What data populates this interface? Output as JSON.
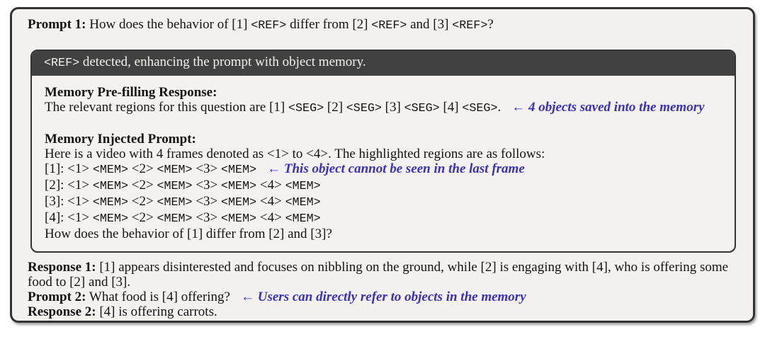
{
  "colors": {
    "page_background": "#ffffff",
    "panel_background": "#f2f1ef",
    "panel_border": "#333333",
    "header_background": "#414141",
    "header_text": "#f2f1ee",
    "body_text": "#141414",
    "annotation_blue": "#3a2fc4"
  },
  "prompt1": {
    "segments": [
      {
        "s": "b",
        "t": "Prompt 1:"
      },
      {
        "t": " How does the behavior of [1] "
      },
      {
        "s": "m",
        "t": "<REF>"
      },
      {
        "t": " differ from [2] "
      },
      {
        "s": "m",
        "t": "<REF>"
      },
      {
        "t": " and [3] "
      },
      {
        "s": "m",
        "t": "<REF>"
      },
      {
        "t": "?"
      }
    ]
  },
  "memory_box": {
    "header_segments": [
      {
        "s": "m",
        "t": "<REF>"
      },
      {
        "t": " detected, enhancing the prompt with object memory."
      }
    ],
    "prefill": {
      "heading": "Memory Pre-filling Response:",
      "body_segments": [
        {
          "t": "The relevant regions for this question are [1] "
        },
        {
          "s": "m",
          "t": "<SEG>"
        },
        {
          "t": " [2] "
        },
        {
          "s": "m",
          "t": "<SEG>"
        },
        {
          "t": " [3] "
        },
        {
          "s": "m",
          "t": "<SEG>"
        },
        {
          "t": " [4] "
        },
        {
          "s": "m",
          "t": "<SEG>"
        },
        {
          "t": "."
        },
        {
          "s": "a",
          "t": "← 4 objects saved into the memory"
        }
      ]
    },
    "injected": {
      "heading": "Memory Injected Prompt:",
      "intro": "Here is a video with 4 frames denoted as <1> to <4>. The highlighted regions are as follows:",
      "lines": {
        "0": [
          {
            "t": "[1]: <1> "
          },
          {
            "s": "m",
            "t": "<MEM>"
          },
          {
            "t": " <2> "
          },
          {
            "s": "m",
            "t": "<MEM>"
          },
          {
            "t": " <3> "
          },
          {
            "s": "m",
            "t": "<MEM>"
          },
          {
            "s": "a",
            "t": "← This object cannot be seen in the last frame"
          }
        ],
        "1": [
          {
            "t": "[2]: <1> "
          },
          {
            "s": "m",
            "t": "<MEM>"
          },
          {
            "t": " <2> "
          },
          {
            "s": "m",
            "t": "<MEM>"
          },
          {
            "t": " <3> "
          },
          {
            "s": "m",
            "t": "<MEM>"
          },
          {
            "t": " <4> "
          },
          {
            "s": "m",
            "t": "<MEM>"
          }
        ],
        "2": [
          {
            "t": "[3]: <1> "
          },
          {
            "s": "m",
            "t": "<MEM>"
          },
          {
            "t": " <2> "
          },
          {
            "s": "m",
            "t": "<MEM>"
          },
          {
            "t": " <3> "
          },
          {
            "s": "m",
            "t": "<MEM>"
          },
          {
            "t": " <4> "
          },
          {
            "s": "m",
            "t": "<MEM>"
          }
        ],
        "3": [
          {
            "t": "[4]: <1> "
          },
          {
            "s": "m",
            "t": "<MEM>"
          },
          {
            "t": " <2> "
          },
          {
            "s": "m",
            "t": "<MEM>"
          },
          {
            "t": " <3> "
          },
          {
            "s": "m",
            "t": "<MEM>"
          },
          {
            "t": " <4> "
          },
          {
            "s": "m",
            "t": "<MEM>"
          }
        ]
      },
      "final_question": "How does the behavior of [1] differ from [2] and [3]?"
    }
  },
  "bottom": {
    "response1_segments": [
      {
        "s": "b",
        "t": "Response 1:"
      },
      {
        "t": " [1] appears disinterested and focuses on nibbling on the ground, while [2] is engaging with [4], who is offering some food to [2] and [3]."
      }
    ],
    "prompt2_segments": [
      {
        "s": "b",
        "t": "Prompt 2:"
      },
      {
        "t": " What food is [4] offering?"
      },
      {
        "s": "a",
        "t": "← Users can directly refer to objects in the memory"
      }
    ],
    "response2_segments": [
      {
        "s": "b",
        "t": "Response 2:"
      },
      {
        "t": " [4] is offering carrots."
      }
    ]
  }
}
